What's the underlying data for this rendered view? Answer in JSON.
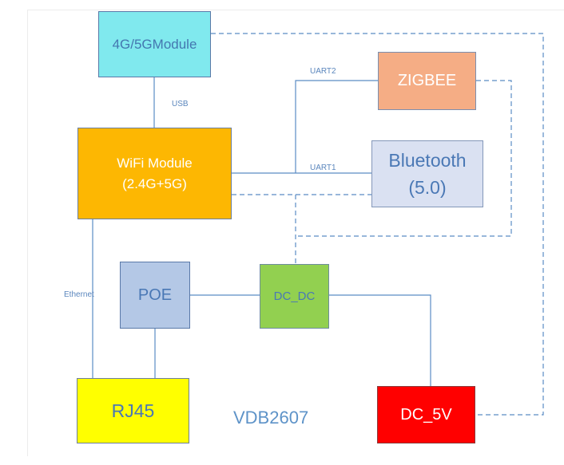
{
  "blocks": {
    "module_4g5g": "4G/5GModule",
    "zigbee": "ZIGBEE",
    "wifi": "WiFi Module\n(2.4G+5G)",
    "bluetooth": "Bluetooth\n(5.0)",
    "poe": "POE",
    "dc_dc": "DC_DC",
    "rj45": "RJ45",
    "dc_5v": "DC_5V"
  },
  "connection_labels": {
    "usb": "USB",
    "uart2": "UART2",
    "uart1": "UART1",
    "ethernet": "Ethernet"
  },
  "model": "VDB2607",
  "colors": {
    "module_4g5g": "#80e9ee",
    "zigbee": "#f5ad85",
    "wifi": "#fdb702",
    "bluetooth": "#dae1f2",
    "poe": "#b4c8e6",
    "dc_dc": "#92d050",
    "rj45": "#ffff00",
    "dc_5v": "#ff0000",
    "signal_line": "#5b8cc4",
    "power_line": "#5b8cc4"
  }
}
